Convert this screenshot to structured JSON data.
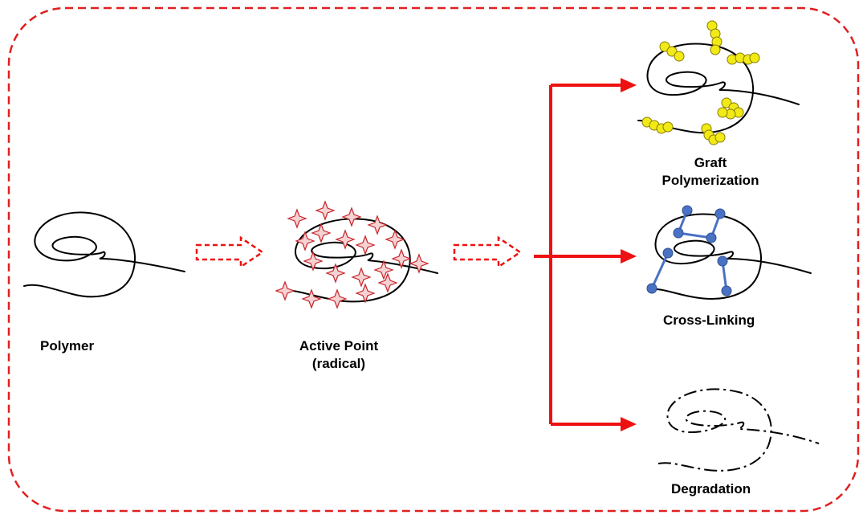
{
  "colors": {
    "frame": "#e02020",
    "arrow": "#ee1111",
    "chain": "#000000",
    "star_fill": "#f6d2d2",
    "star_stroke": "#c8232b",
    "graft_fill": "#f2ea17",
    "graft_stroke": "#8a7d00",
    "crosslink": "#4a72c4"
  },
  "labels": {
    "polymer": "Polymer",
    "active_point_line1": "Active Point",
    "active_point_line2": "(radical)",
    "graft_line1": "Graft",
    "graft_line2": "Polymerization",
    "cross_linking": "Cross-Linking",
    "degradation": "Degradation"
  },
  "icons": {
    "active_point_marker": "four-point-star",
    "graft_unit": "yellow-circle",
    "crosslink_node": "blue-circle"
  }
}
